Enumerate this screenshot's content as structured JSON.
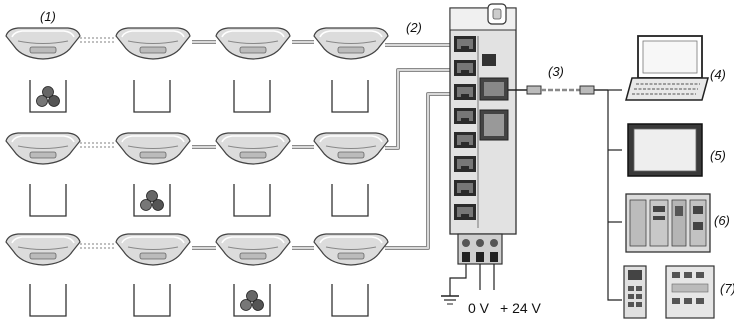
{
  "labels": {
    "callout_1": "(1)",
    "callout_2": "(2)",
    "callout_3": "(3)",
    "callout_4": "(4)",
    "callout_5": "(5)",
    "callout_6": "(6)",
    "callout_7": "(7)",
    "voltage_0v": "0 V",
    "voltage_24v": "+ 24 V"
  },
  "icons": {
    "sensor": "photoelectric-sensor-icon",
    "container": "bin-icon",
    "parts": "parts-icon",
    "switch": "ethernet-switch-module-icon",
    "laptop": "laptop-icon",
    "hmi": "touch-panel-icon",
    "plc": "plc-rack-icon",
    "remote_io": "remote-io-icon",
    "ground": "ground-icon"
  },
  "sensor_rows": [
    {
      "row": 1,
      "bins_with_parts": [
        1
      ]
    },
    {
      "row": 2,
      "bins_with_parts": [
        2
      ]
    },
    {
      "row": 3,
      "bins_with_parts": [
        3
      ]
    }
  ],
  "colors": {
    "cable": "#8a8a8a",
    "device_body": "#d9d9d9",
    "outline": "#333333",
    "parts": "#555555"
  }
}
